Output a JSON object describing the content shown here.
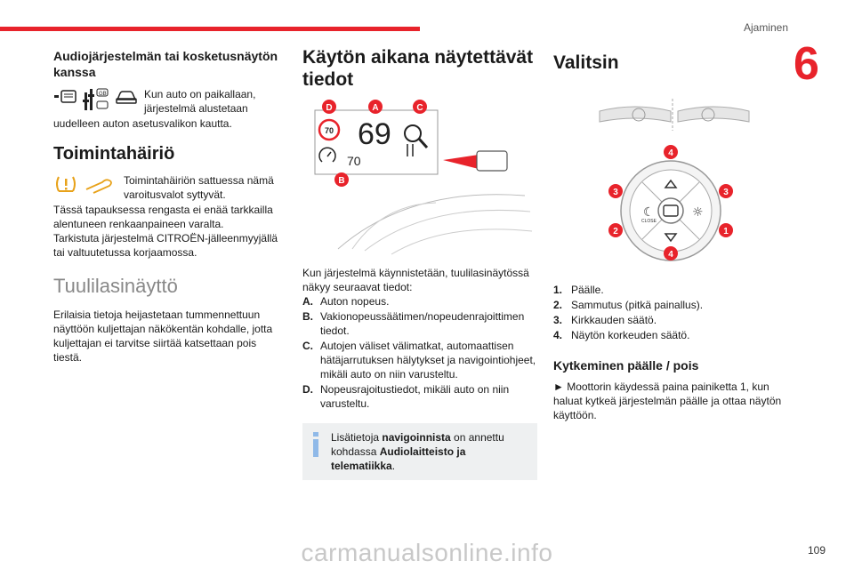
{
  "header": {
    "section": "Ajaminen",
    "chapter": "6",
    "page": "109"
  },
  "col1": {
    "audio_heading": "Audiojärjestelmän tai kosketusnäytön kanssa",
    "audio_text_1": "Kun auto on paikallaan, järjestelmä alustetaan",
    "audio_text_2": "uudelleen auton asetusvalikon kautta.",
    "fault_heading": "Toimintahäiriö",
    "fault_text_1": "Toimintahäiriön sattuessa nämä varoitusvalot syttyvät.",
    "fault_text_2": "Tässä tapauksessa rengasta ei enää tarkkailla alentuneen renkaanpaineen varalta.",
    "fault_text_3": "Tarkistuta järjestelmä CITROËN-jälleenmyyjällä tai valtuutetussa korjaamossa.",
    "hud_heading": "Tuulilasinäyttö",
    "hud_text": "Erilaisia tietoja heijastetaan tummennettuun näyttöön kuljettajan näkökentän kohdalle, jotta kuljettajan ei tarvitse siirtää katsettaan pois tiestä."
  },
  "col2": {
    "heading": "Käytön aikana näytettävät tiedot",
    "figure": {
      "speed": "69",
      "limit_sign": "70",
      "cruise_speed": "70",
      "labels": [
        "D",
        "A",
        "C",
        "B"
      ]
    },
    "intro": "Kun järjestelmä käynnistetään, tuulilasinäytössä näkyy seuraavat tiedot:",
    "items": [
      {
        "key": "A.",
        "text": "Auton nopeus."
      },
      {
        "key": "B.",
        "text": "Vakionopeussäätimen/nopeudenrajoittimen tiedot."
      },
      {
        "key": "C.",
        "text": "Autojen väliset välimatkat, automaattisen hätäjarrutuksen hälytykset ja navigointiohjeet, mikäli auto on niin varusteltu."
      },
      {
        "key": "D.",
        "text": "Nopeusrajoitustiedot, mikäli auto on niin varusteltu."
      }
    ],
    "info_pre": "Lisätietoja ",
    "info_b1": "navigoinnista",
    "info_mid": " on annettu kohdassa ",
    "info_b2": "Audiolaitteisto ja telematiikka",
    "info_end": "."
  },
  "col3": {
    "heading": "Valitsin",
    "figure": {
      "close_label": "CLOSE",
      "badges": [
        "4",
        "3",
        "3",
        "2",
        "1",
        "4"
      ]
    },
    "items": [
      {
        "key": "1.",
        "text": "Päälle."
      },
      {
        "key": "2.",
        "text": "Sammutus (pitkä painallus)."
      },
      {
        "key": "3.",
        "text": "Kirkkauden säätö."
      },
      {
        "key": "4.",
        "text": "Näytön korkeuden säätö."
      }
    ],
    "sub_heading": "Kytkeminen päälle / pois",
    "switch_text": "► Moottorin käydessä paina painiketta 1, kun haluat kytkeä järjestelmän päälle ja ottaa näytön käyttöön."
  },
  "watermark": "carmanualsonline.info",
  "colors": {
    "accent": "#e8232b",
    "info_bar": "#8fb9e8",
    "box_bg": "#eef0f1"
  },
  "icons": [
    "car-screen-icon",
    "settings-slider-icon",
    "car-icon",
    "tyre-warning-icon",
    "tyre-pressure-icon",
    "info-icon"
  ]
}
